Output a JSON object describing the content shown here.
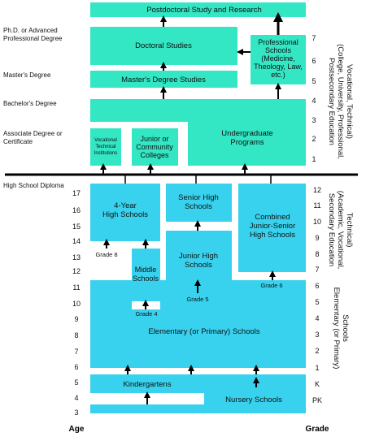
{
  "left_labels": {
    "phd": [
      "Ph.D. or Advanced",
      "Professional Degree"
    ],
    "masters": "Master's Degree",
    "bachelors": "Bachelor's Degree",
    "associate": [
      "Associate Degree or",
      "Certificate"
    ],
    "high_school": "High School Diploma"
  },
  "age_axis": {
    "title": "Age",
    "ticks": [
      "17",
      "16",
      "15",
      "14",
      "13",
      "12",
      "11",
      "10",
      "9",
      "8",
      "7",
      "6",
      "5",
      "4",
      "3"
    ]
  },
  "grade_axis": {
    "title": "Grade",
    "post_ticks": [
      "7",
      "6",
      "5",
      "4",
      "3",
      "2",
      "1"
    ],
    "sec_ticks": [
      "12",
      "11",
      "10",
      "9",
      "8",
      "7",
      "6",
      "5",
      "4",
      "3",
      "2",
      "1",
      "K",
      "PK"
    ]
  },
  "side_labels": {
    "postsecondary": [
      "Postsecondary Education",
      "(College, University, Professional,",
      "Vocational, Technical)"
    ],
    "secondary": [
      "Secondary Education",
      "(Academic, Vocational,",
      "Technical)"
    ],
    "elementary": [
      "Elementary (or Primary)",
      "Schools"
    ]
  },
  "post_boxes": {
    "postdoctoral": "Postdoctoral Study and Research",
    "doctoral": "Doctoral Studies",
    "professional": [
      "Professional",
      "Schools",
      "(Medicine,",
      "Theology, Law,",
      "etc.)"
    ],
    "masters_studies": "Master's Degree Studies",
    "undergraduate": [
      "Undergraduate",
      "Programs"
    ],
    "vocational": [
      "Vocational",
      "Technical",
      "Institutions"
    ],
    "junior_college": [
      "Junior or",
      "Community",
      "Colleges"
    ]
  },
  "school_boxes": {
    "four_year_hs": [
      "4-Year",
      "High Schools"
    ],
    "senior_hs": [
      "Senior High",
      "Schools"
    ],
    "combined": [
      "Combined",
      "Junior-Senior",
      "High Schools"
    ],
    "junior_hs": [
      "Junior High",
      "Schools"
    ],
    "middle": [
      "Middle",
      "Schools"
    ],
    "elementary": "Elementary (or Primary) Schools",
    "kindergartens": "Kindergartens",
    "nursery": "Nursery Schools"
  },
  "grade_notes": {
    "grade8": "Grade 8",
    "grade6": "Grade 6",
    "grade5": "Grade 5",
    "grade4": "Grade 4"
  },
  "colors": {
    "postsecondary": "#33e6c4",
    "school": "#38d2ee",
    "arrow": "#000000",
    "divider": "#000000"
  }
}
